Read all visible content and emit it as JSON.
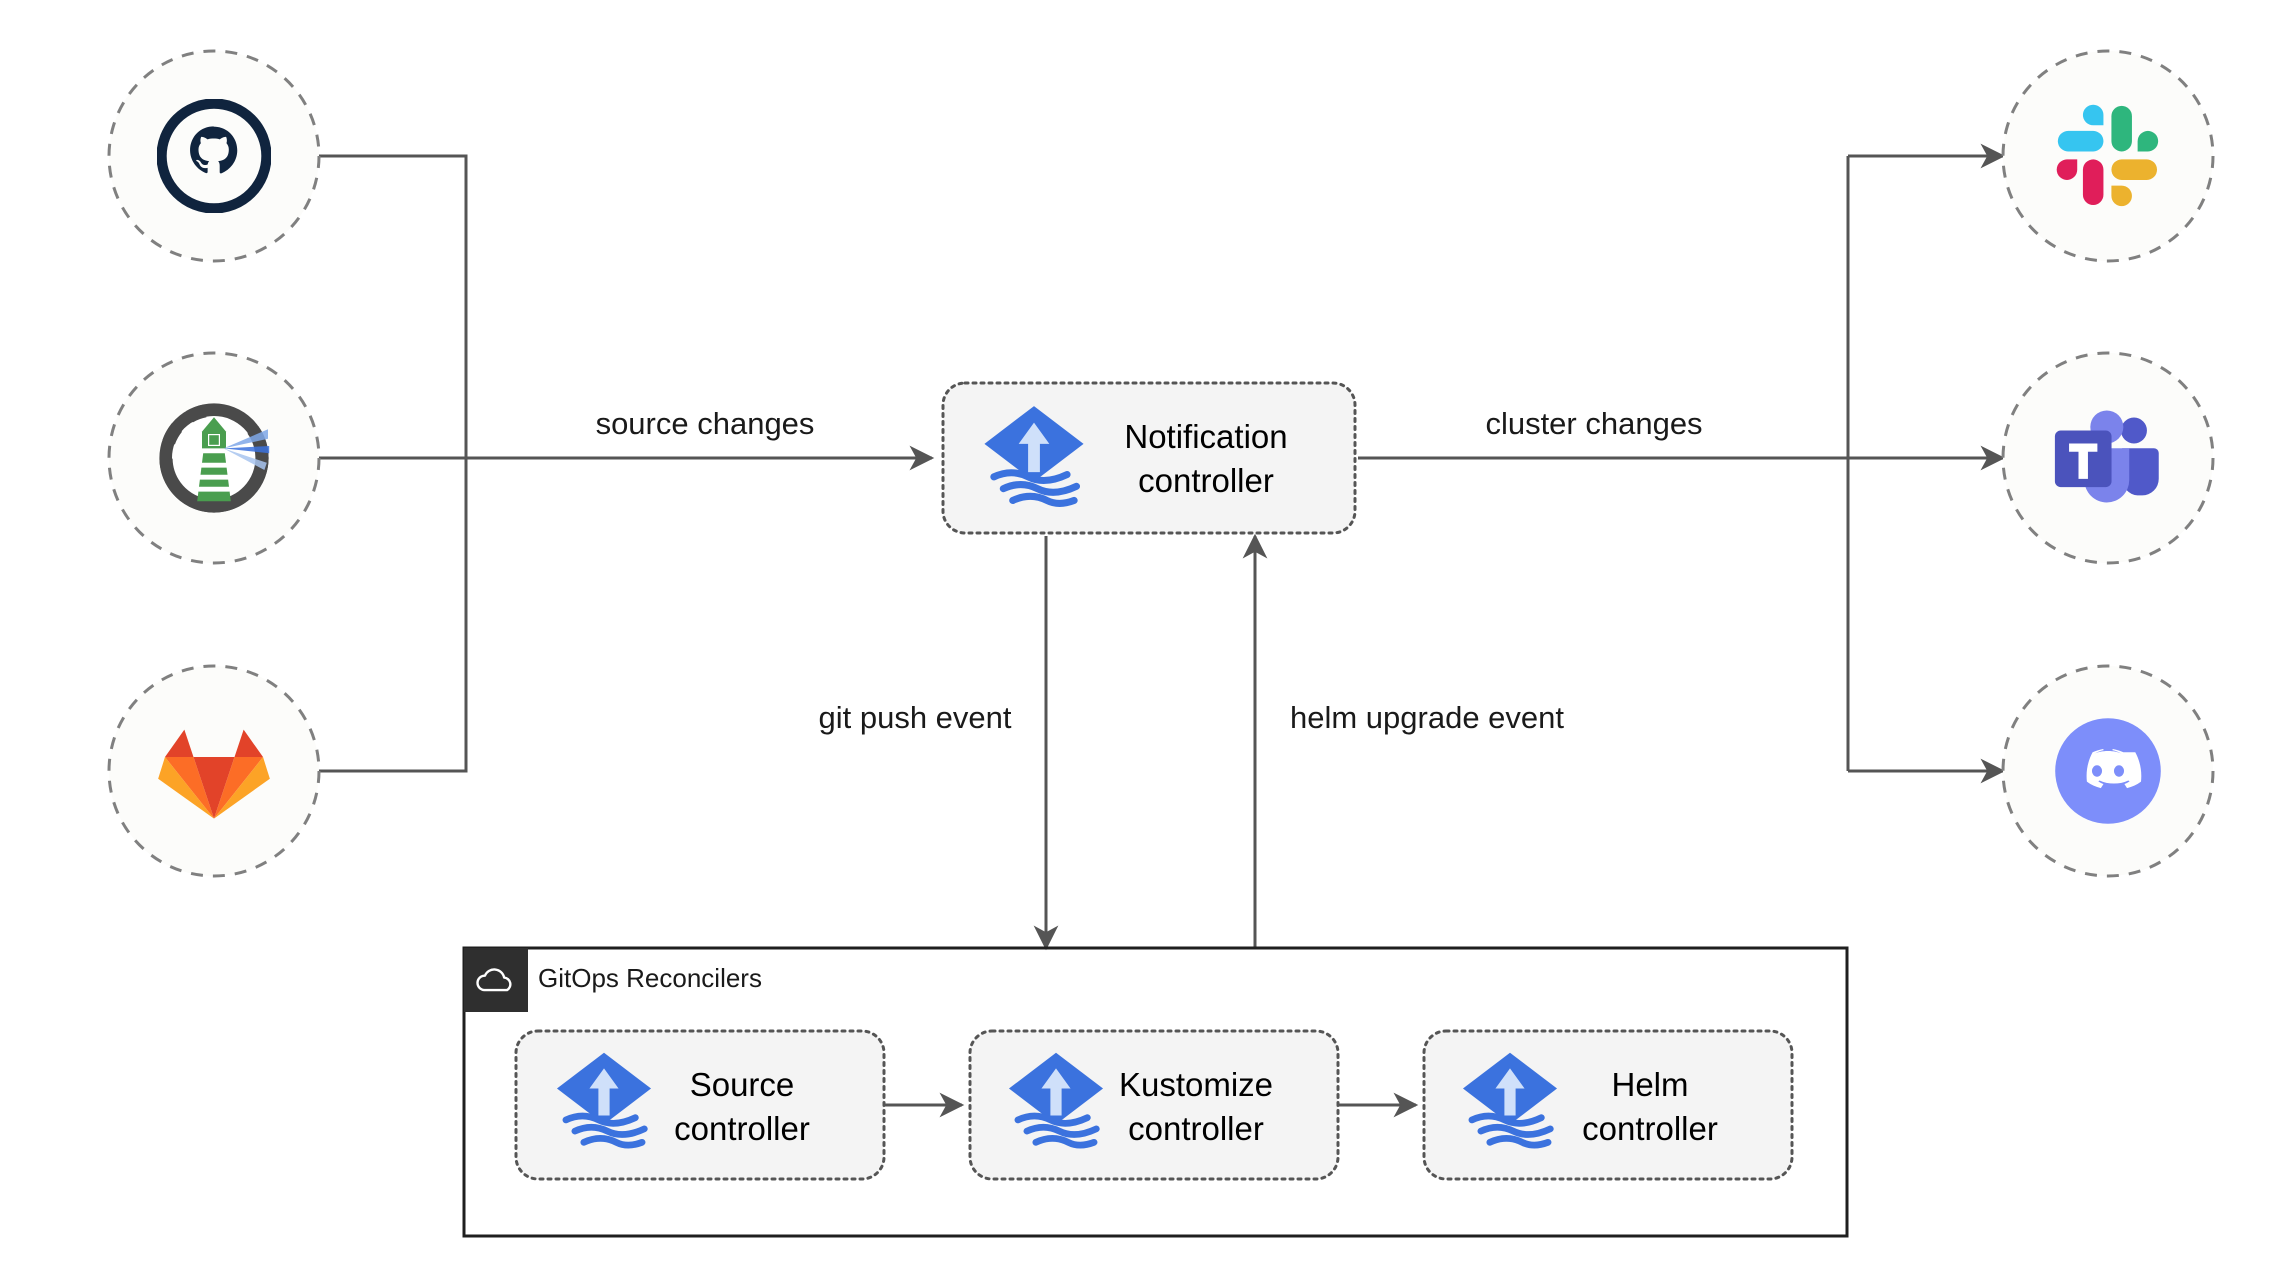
{
  "diagram": {
    "title": "Flux Notification Controller architecture",
    "background": "#ffffff",
    "edge_color": "#555555",
    "box_fill": "#f4f4f4",
    "circle_fill": "#fcfcfa",
    "sources": [
      {
        "id": "github",
        "icon": "github-icon",
        "label": "GitHub",
        "color": "#10243e"
      },
      {
        "id": "harbor",
        "icon": "harbor-lighthouse-icon",
        "label": "Harbor",
        "color": "#4caf50"
      },
      {
        "id": "gitlab",
        "icon": "gitlab-icon",
        "label": "GitLab",
        "color": "#e24329"
      }
    ],
    "destinations": [
      {
        "id": "slack",
        "icon": "slack-icon",
        "label": "Slack",
        "color": "#36c5f0"
      },
      {
        "id": "teams",
        "icon": "microsoft-teams-icon",
        "label": "Microsoft Teams",
        "color": "#5059c9"
      },
      {
        "id": "discord",
        "icon": "discord-icon",
        "label": "Discord",
        "color": "#7d8efa"
      }
    ],
    "notification_controller": {
      "icon": "flux-icon",
      "line1": "Notification",
      "line2": "controller"
    },
    "group": {
      "icon": "cloud-icon",
      "title": "GitOps Reconcilers",
      "controllers": [
        {
          "id": "source",
          "icon": "flux-icon",
          "line1": "Source",
          "line2": "controller"
        },
        {
          "id": "kustomize",
          "icon": "flux-icon",
          "line1": "Kustomize",
          "line2": "controller"
        },
        {
          "id": "helm",
          "icon": "flux-icon",
          "line1": "Helm",
          "line2": "controller"
        }
      ]
    },
    "edge_labels": {
      "source_changes": "source changes",
      "cluster_changes": "cluster changes",
      "git_push_event": "git push event",
      "helm_upgrade_event": "helm upgrade event"
    }
  }
}
